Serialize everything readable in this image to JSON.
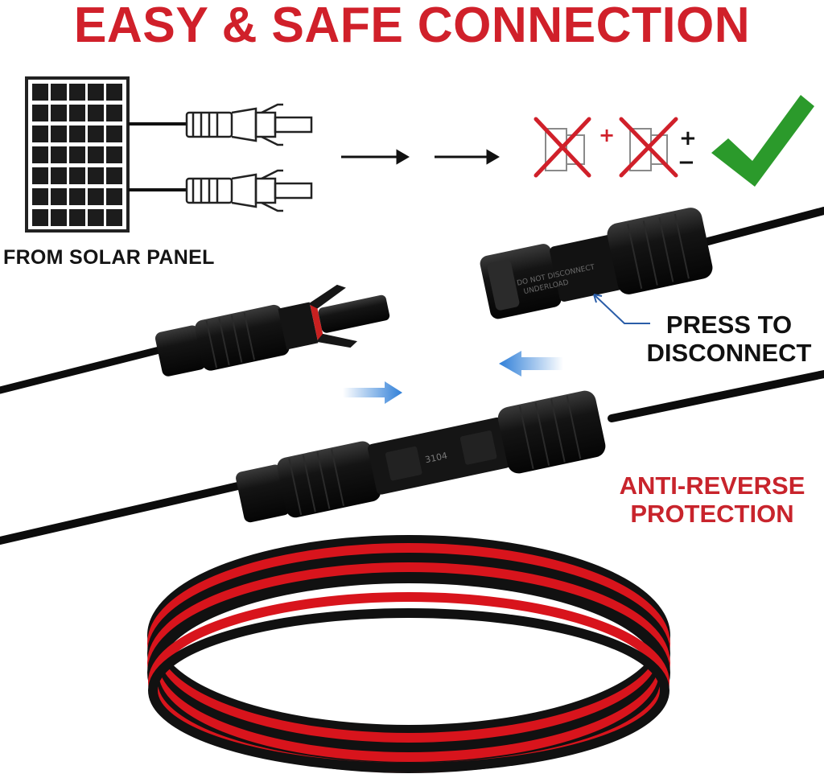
{
  "headline": "EASY & SAFE CONNECTION",
  "labels": {
    "from_solar_panel": "FROM SOLAR PANEL",
    "press_line1": "PRESS TO",
    "press_line2": "DISCONNECT",
    "anti_line1": "ANTI-REVERSE",
    "anti_line2": "PROTECTION",
    "female_connector_text1": "DO NOT DISCONNECT",
    "female_connector_text2": "UNDERLOAD",
    "mated_connector_text": "3104",
    "plus_sign": "+",
    "minus_sign": "−"
  },
  "colors": {
    "headline_red": "#d0202a",
    "anti_red": "#c8242c",
    "check_green": "#2b9a2b",
    "arrow_blue": "#2f7fd8",
    "cable_red": "#d8141c",
    "cable_black": "#111111"
  },
  "icons": [
    "solar-panel-icon",
    "mc4-connector-icon",
    "arrow-right-icon",
    "cross-icon",
    "check-icon",
    "press-arrow-icon"
  ]
}
